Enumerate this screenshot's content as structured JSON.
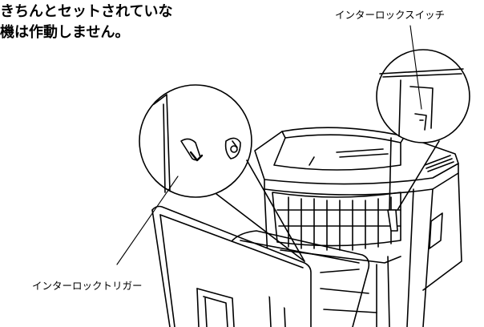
{
  "document": {
    "heading_lines": [
      "きちんとセットされていな",
      "機は作動しません。"
    ],
    "labels": {
      "interlock_switch": "インターロックスイッチ",
      "interlock_trigger": "インターロックトリガー"
    }
  }
}
